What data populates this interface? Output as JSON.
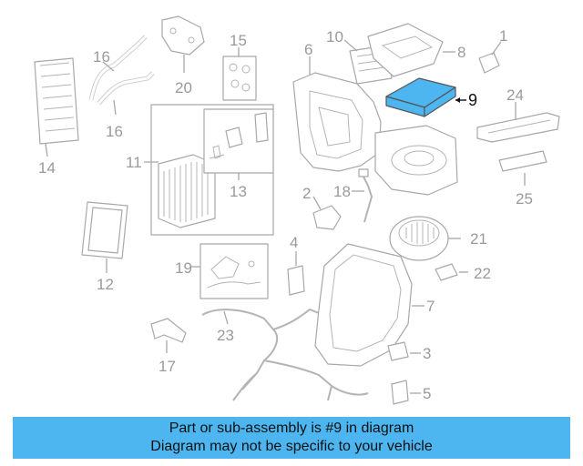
{
  "diagram": {
    "highlight_color": "#4db5ef",
    "callouts": [
      "1",
      "2",
      "3",
      "4",
      "5",
      "6",
      "7",
      "8",
      "9",
      "10",
      "11",
      "12",
      "13",
      "14",
      "15",
      "16",
      "16",
      "17",
      "18",
      "19",
      "20",
      "21",
      "22",
      "23",
      "24",
      "25"
    ],
    "highlighted_part": "9"
  },
  "banner": {
    "line1": "Part or sub-assembly is #9 in diagram",
    "line2": "Diagram may not be specific to your vehicle",
    "color": "#4db5ef"
  }
}
